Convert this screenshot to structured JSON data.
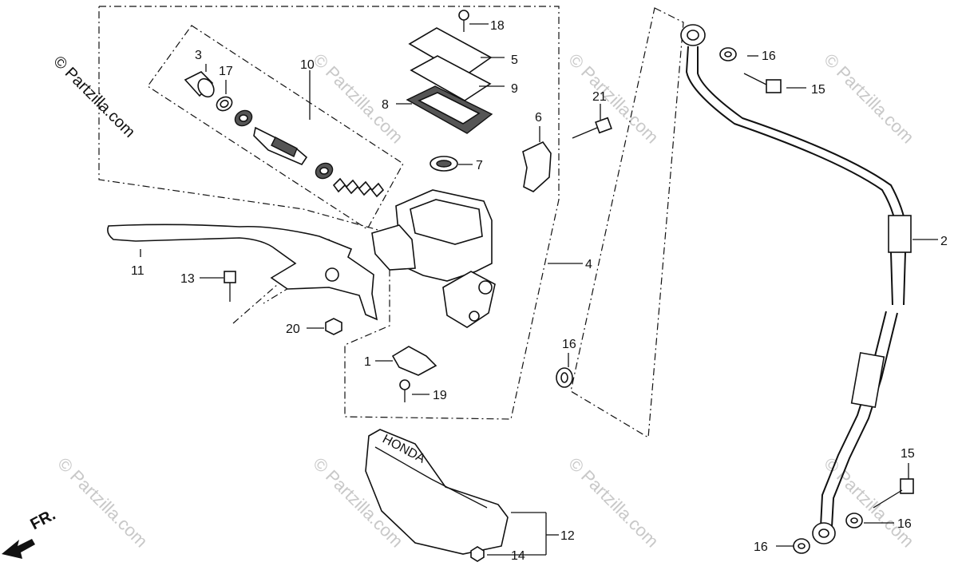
{
  "copyright": "© Partzilla.com",
  "watermark": "© Partzilla.com",
  "brand_mark": "HONDA",
  "direction_label": "FR.",
  "callouts": {
    "p1": "1",
    "p2": "2",
    "p3": "3",
    "p4": "4",
    "p5": "5",
    "p6": "6",
    "p7": "7",
    "p8": "8",
    "p9": "9",
    "p10": "10",
    "p11": "11",
    "p12": "12",
    "p13": "13",
    "p14": "14",
    "p15a": "15",
    "p15b": "15",
    "p16a": "16",
    "p16b": "16",
    "p16c": "16",
    "p16d": "16",
    "p17": "17",
    "p18": "18",
    "p19": "19",
    "p20": "20",
    "p21": "21"
  }
}
